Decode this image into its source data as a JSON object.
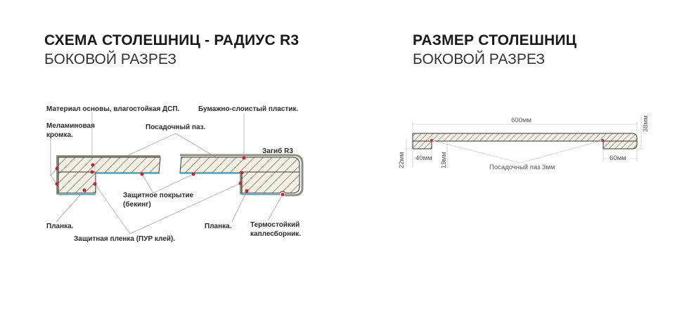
{
  "left": {
    "title": "СХЕМА СТОЛЕШНИЦ - РАДИУС R3",
    "subtitle": "БОКОВОЙ РАЗРЕЗ",
    "labels": {
      "base_material": "Материал основы, влагостойкая ДСП.",
      "hpl": "Бумажно-слоистый пластик.",
      "melamine_1": "Меламиновая",
      "melamine_2": "кромка.",
      "groove": "Посадочный паз.",
      "bend": "Загиб R3",
      "backing_1": "Защитное покрытие",
      "backing_2": "(бекинг)",
      "strip_left": "Планка.",
      "strip_right": "Планка.",
      "drip_1": "Термостойкий",
      "drip_2": "каплесборник.",
      "film": "Защитная пленка (ПУР клей)."
    }
  },
  "right": {
    "title": "РАЗМЕР СТОЛЕШНИЦ",
    "subtitle": "БОКОВОЙ РАЗРЕЗ",
    "dims": {
      "width": "600мм",
      "thickness": "38мм",
      "left_height": "22мм",
      "left_width": "40мм",
      "groove_height": "19мм",
      "right_width": "60мм",
      "groove": "Посадочный паз 3мм"
    }
  },
  "colors": {
    "hatch_fill": "#f3efe2",
    "edge": "#8d9282",
    "blue": "#5bb8d6",
    "dot": "#c8232c"
  }
}
